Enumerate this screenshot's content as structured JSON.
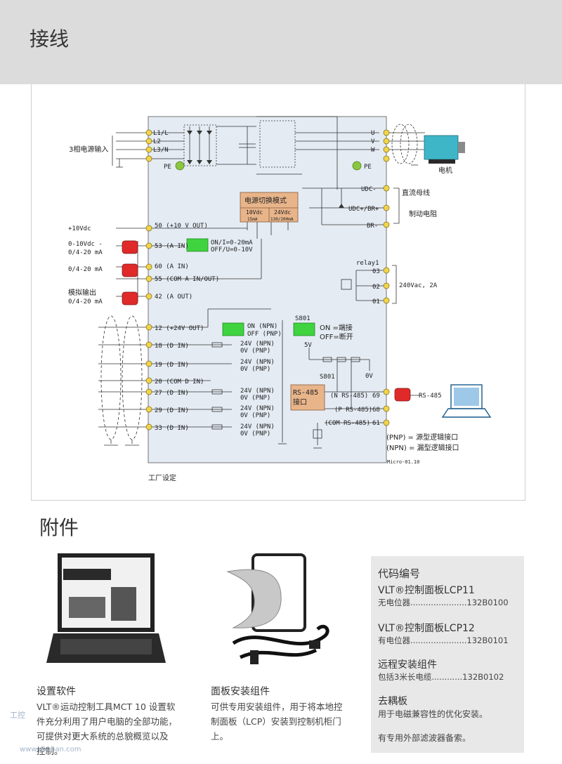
{
  "header": {
    "title": "接线"
  },
  "diagram": {
    "mains_input": "3相电源输入",
    "terminals_in": [
      "L1/L",
      "L2",
      "L3/N"
    ],
    "pe": "PE",
    "outputs": [
      "U",
      "V",
      "W"
    ],
    "motor": "电机",
    "pe_right": "PE",
    "udc_minus": "UDC-",
    "udc_plus": "UDC+/BR+",
    "br_minus": "BR-",
    "dc_bus": "直流母线",
    "brake_res": "制动电阻",
    "mode_title": "电源切换模式",
    "mode_10": "10Vdc",
    "mode_15": "15mA",
    "mode_24": "24Vdc",
    "mode_130": "130/200mA",
    "plus_10vdc": "+10Vdc",
    "t50": "50  (+10 V OUT)",
    "in1_a": "0-10Vdc -",
    "in1_b": "0/4-20 mA",
    "t53": "53  (A IN)",
    "sw53_a": "ON/I=0-20mA",
    "sw53_b": "OFF/U=0-10V",
    "in2": "0/4-20 mA",
    "t60": "60  (A IN)",
    "t55": "55  (COM A IN/OUT)",
    "aout_a": "模拟输出",
    "aout_b": "0/4-20 mA",
    "t42": "42  (A OUT)",
    "relay": "relay1",
    "r03": "03",
    "r02": "02",
    "r01": "01",
    "relay_rating": "240Vac, 2A",
    "t12": "12  (+24V OUT)",
    "npn_on": "ON  (NPN)",
    "npn_off": "OFF  (PNP)",
    "s801": "S801",
    "s801_on": "ON =端接",
    "s801_off": "OFF=断开",
    "t18": "18  (D IN)",
    "t19": "19  (D IN)",
    "t20": "20  (COM D IN)",
    "t27": "27  (D IN)",
    "t29": "29  (D IN)",
    "t33": "33  (D IN)",
    "v24npn": "24V  (NPN)",
    "v0pnp": "0V  (PNP)",
    "v5": "5V",
    "v0": "0V",
    "s801b": "S801",
    "rs485_box_a": "RS-485",
    "rs485_box_b": "接口",
    "n485": "(N  RS-485)",
    "t69": "69",
    "p485": "(P  RS-485)",
    "t68": "68",
    "com485": "(COM RS-485)",
    "t61": "61",
    "rs485": "RS-485",
    "pnp_note": "(PNP) = 源型逻辑接口",
    "npn_note": "(NPN) = 漏型逻辑接口",
    "micro": "Micro-01.10",
    "factory": "工厂设定"
  },
  "accessories": {
    "title": "附件",
    "software": {
      "title": "设置软件",
      "lines": [
        "VLT®运动控制工具MCT 10 设置软",
        "件充分利用了用户电脑的全部功能，",
        "可提供对更大系统的总貌概览以及",
        "控制。"
      ]
    },
    "panel": {
      "title": "面板安装组件",
      "lines": [
        "可供专用安装组件，用于将本地控",
        "制面板（LCP）安装到控制机柜门",
        "上。"
      ]
    }
  },
  "codes": {
    "title": "代码编号",
    "items": [
      {
        "head": "VLT®控制面板LCP11",
        "row": "无电位器......................132B0100"
      },
      {
        "head": "VLT®控制面板LCP12",
        "row": "有电位器......................132B0101"
      },
      {
        "head": "远程安装组件",
        "row": "包括3米长电缆............132B0102"
      }
    ],
    "decoupling": {
      "head": "去耦板",
      "text": "用于电磁兼容性的优化安装。"
    },
    "filter_note": "有专用外部滤波器备索。"
  },
  "watermark": {
    "a": "工控",
    "b": "www.gkzhan.com"
  }
}
